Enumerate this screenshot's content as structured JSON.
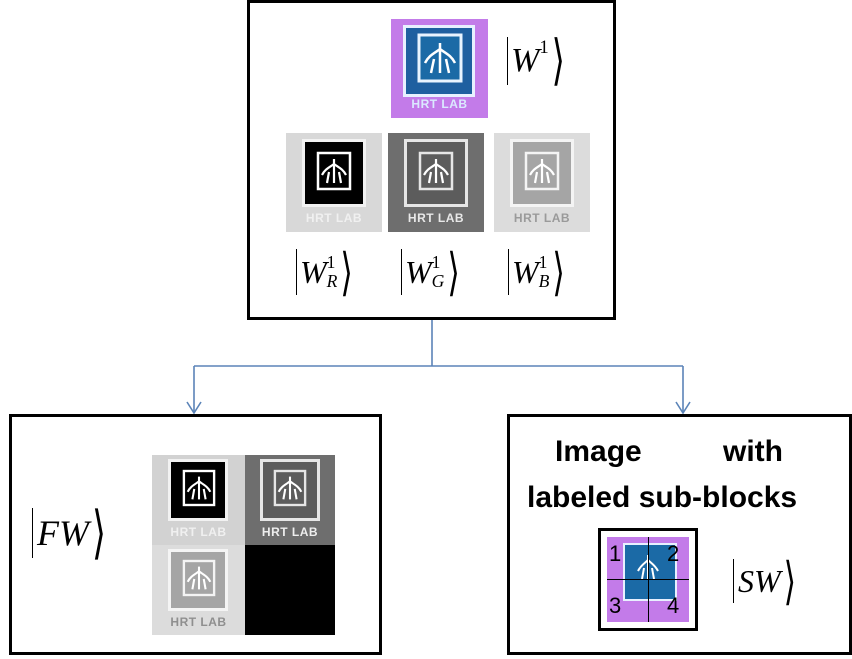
{
  "top_panel": {
    "ket_main": {
      "letter": "W",
      "sup": "1",
      "sub": ""
    },
    "ket_r": {
      "letter": "W",
      "sup": "1",
      "sub": "R"
    },
    "ket_g": {
      "letter": "W",
      "sup": "1",
      "sub": "G"
    },
    "ket_b": {
      "letter": "W",
      "sup": "1",
      "sub": "B"
    },
    "logo_text": "HRT LAB",
    "logo_text_r": "HRT LAB",
    "logo_text_g": "HRT LAB",
    "logo_text_b": "HRT LAB"
  },
  "left_panel": {
    "ket": {
      "letter": "FW"
    },
    "logo_text_1": "HRT LAB",
    "logo_text_2": "HRT LAB",
    "logo_text_3": "HRT LAB"
  },
  "right_panel": {
    "caption_line1_a": "Image",
    "caption_line1_b": "with",
    "caption_line2": "labeled sub-blocks",
    "sub_block_labels": [
      "1",
      "2",
      "3",
      "4"
    ],
    "ket": {
      "letter": "SW"
    }
  },
  "colors": {
    "arrow": "#5b84b8",
    "purple": "#c778e6",
    "blue": "#1b6aa6"
  }
}
